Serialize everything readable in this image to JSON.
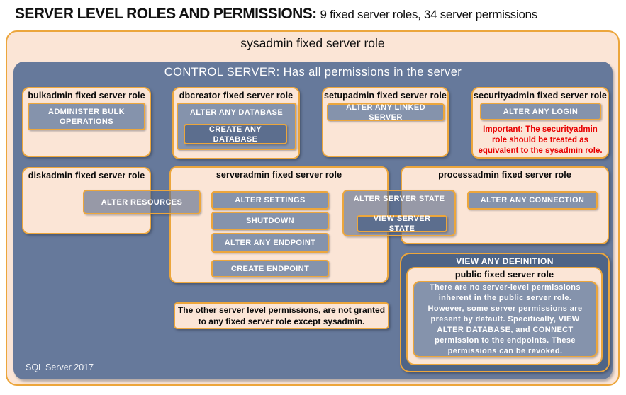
{
  "header": {
    "title_main": "SERVER LEVEL ROLES AND PERMISSIONS:",
    "title_sub": "9 fixed server roles, 34 server permissions"
  },
  "sysadmin": {
    "title": "sysadmin fixed server role"
  },
  "control_server": {
    "title": "CONTROL SERVER: Has all permissions in the server",
    "footer": "SQL Server 2017"
  },
  "roles": {
    "bulkadmin": {
      "title": "bulkadmin fixed server role",
      "permission": "ADMINISTER BULK OPERATIONS"
    },
    "dbcreator": {
      "title": "dbcreator fixed server role",
      "permission_outer": "ALTER ANY DATABASE",
      "permission_inner": "CREATE ANY DATABASE"
    },
    "setupadmin": {
      "title": "setupadmin fixed server role",
      "permission": "ALTER ANY LINKED SERVER"
    },
    "securityadmin": {
      "title": "securityadmin fixed server role",
      "permission": "ALTER ANY LOGIN",
      "warning_lines": [
        "Important: The securityadmin",
        "role should be treated as",
        "equivalent to the sysadmin role."
      ]
    },
    "diskadmin": {
      "title": "diskadmin fixed server role"
    },
    "serveradmin": {
      "title": "serveradmin fixed server role",
      "permissions": [
        "ALTER SETTINGS",
        "SHUTDOWN",
        "ALTER ANY ENDPOINT",
        "CREATE ENDPOINT"
      ]
    },
    "processadmin": {
      "title": "processadmin fixed server role",
      "permission": "ALTER ANY CONNECTION"
    },
    "public": {
      "title": "public fixed server role",
      "note": "There are no server-level permissions inherent in the public server role. However, some server permissions are present by default. Specifically, VIEW ALTER DATABASE, and CONNECT permission to the endpoints. These permissions can be revoked."
    }
  },
  "shared_permissions": {
    "alter_resources": "ALTER RESOURCES",
    "alter_server_state": "ALTER SERVER STATE",
    "view_server_state": "VIEW SERVER STATE",
    "view_any_definition": "VIEW ANY DEFINITION"
  },
  "notes": {
    "other_permissions_lines": [
      "The other server level permissions, are not granted",
      "to any fixed server role except sysadmin."
    ]
  },
  "colors": {
    "peach": "#FBE5D6",
    "gold": "#ECA63C",
    "panel_blue": "#66799B",
    "slate": "#8593AC",
    "dark_slate": "#5C6E8E",
    "definition_blue": "#4E6486",
    "warning_red": "#E80000",
    "text_light": "#FFFFFF",
    "text_dark": "#000000"
  }
}
